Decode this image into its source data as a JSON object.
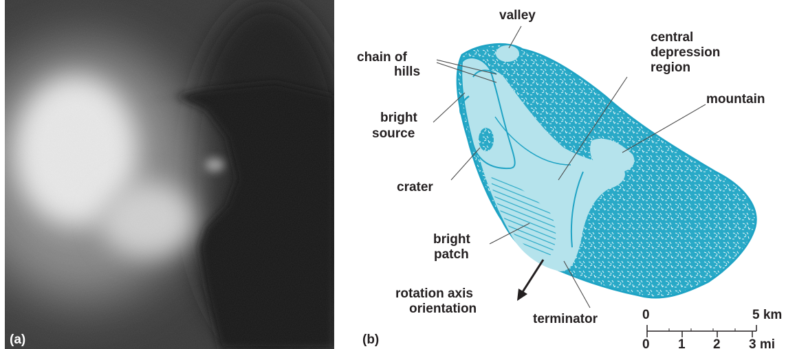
{
  "panel_a": {
    "label": "(a)"
  },
  "panel_b": {
    "label": "(b)",
    "callouts": {
      "valley": "valley",
      "chain_line1": "chain of",
      "chain_line2": "hills",
      "central_line1": "central",
      "central_line2": "depression",
      "central_line3": "region",
      "mountain": "mountain",
      "bright_source_line1": "bright",
      "bright_source_line2": "source",
      "crater": "crater",
      "bright_patch_line1": "bright",
      "bright_patch_line2": "patch",
      "rotation_line1": "rotation axis",
      "rotation_line2": "orientation",
      "terminator": "terminator"
    },
    "scale_bar": {
      "km_zero": "0",
      "km_max": "5 km",
      "mi_ticks": [
        "0",
        "1",
        "2",
        "3 mi"
      ]
    }
  },
  "colors": {
    "nucleus_fill": "#b5e3ec",
    "nucleus_texture": "#29a9c7",
    "nucleus_outline": "#1fa3c4",
    "photo_background": "#2d2d2d"
  }
}
